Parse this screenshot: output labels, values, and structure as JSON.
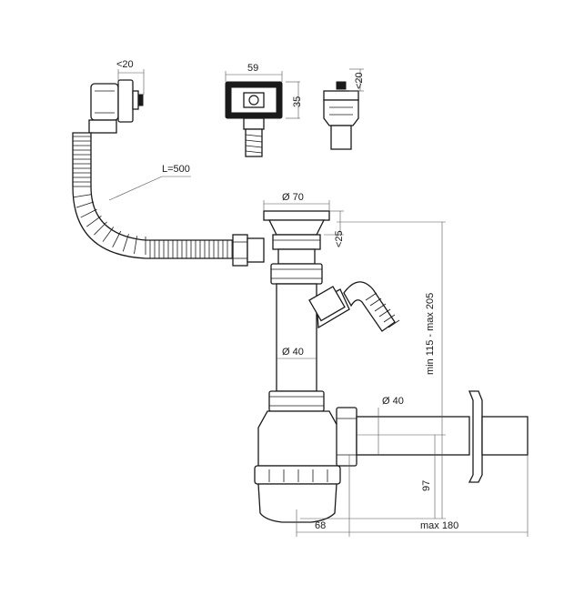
{
  "dimensions": {
    "overflow_protrusion": "<20",
    "overflow_width": "59",
    "overflow_height": "35",
    "plug_protrusion": "<20",
    "hose_length": "L=500",
    "sink_flange": "Ø 70",
    "flange_height": "<25",
    "vertical_pipe": "Ø 40",
    "total_height": "min 115 - max 205",
    "outlet_pipe": "Ø 40",
    "outlet_height": "97",
    "trap_offset": "68",
    "outlet_reach": "max 180"
  },
  "colors": {
    "line": "#1a1a1a",
    "dim": "#555555",
    "fill": "#ffffff"
  }
}
